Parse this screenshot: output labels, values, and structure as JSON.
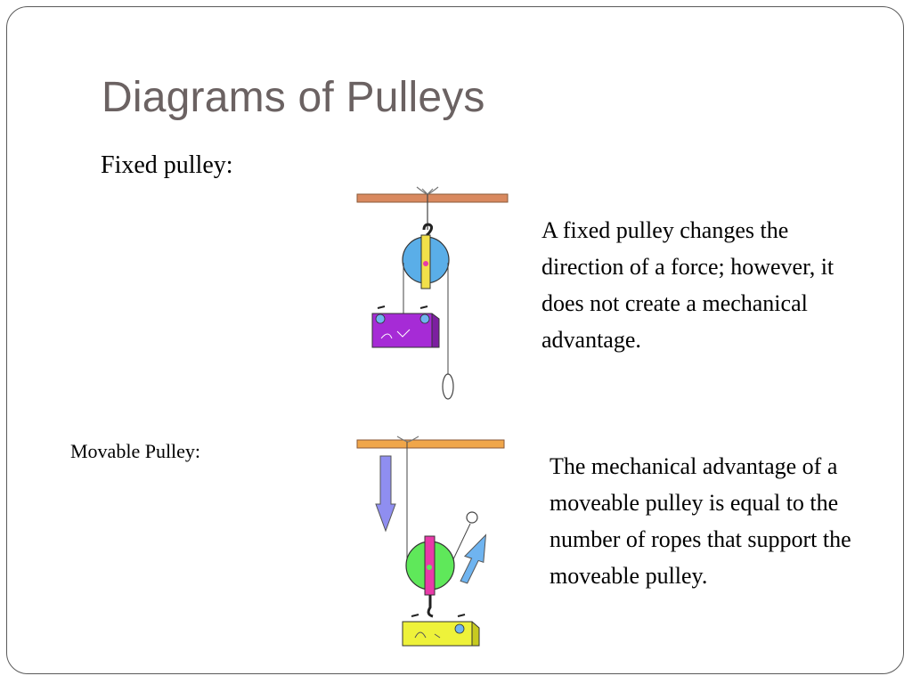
{
  "slide": {
    "title": "Diagrams of Pulleys",
    "fixed_label": "Fixed pulley:",
    "fixed_description": "A fixed pulley changes the direction of a force; however, it does not create a mechanical advantage.",
    "movable_label": "Movable Pulley:",
    "movable_description": "The mechanical advantage of a moveable pulley is equal to the number of ropes that support the moveable pulley."
  },
  "colors": {
    "title": "#6b6262",
    "ceiling_fixed": "#d9895f",
    "ceiling_movable": "#f0a64a",
    "fixed_wheel": "#5aaee8",
    "fixed_strap": "#f2e04a",
    "fixed_load": "#a62bd6",
    "movable_wheel": "#5fe85a",
    "movable_strap": "#e83aa8",
    "movable_load": "#eef23a",
    "arrow_down": "#8f8ef0",
    "arrow_up": "#6fb4f0"
  }
}
